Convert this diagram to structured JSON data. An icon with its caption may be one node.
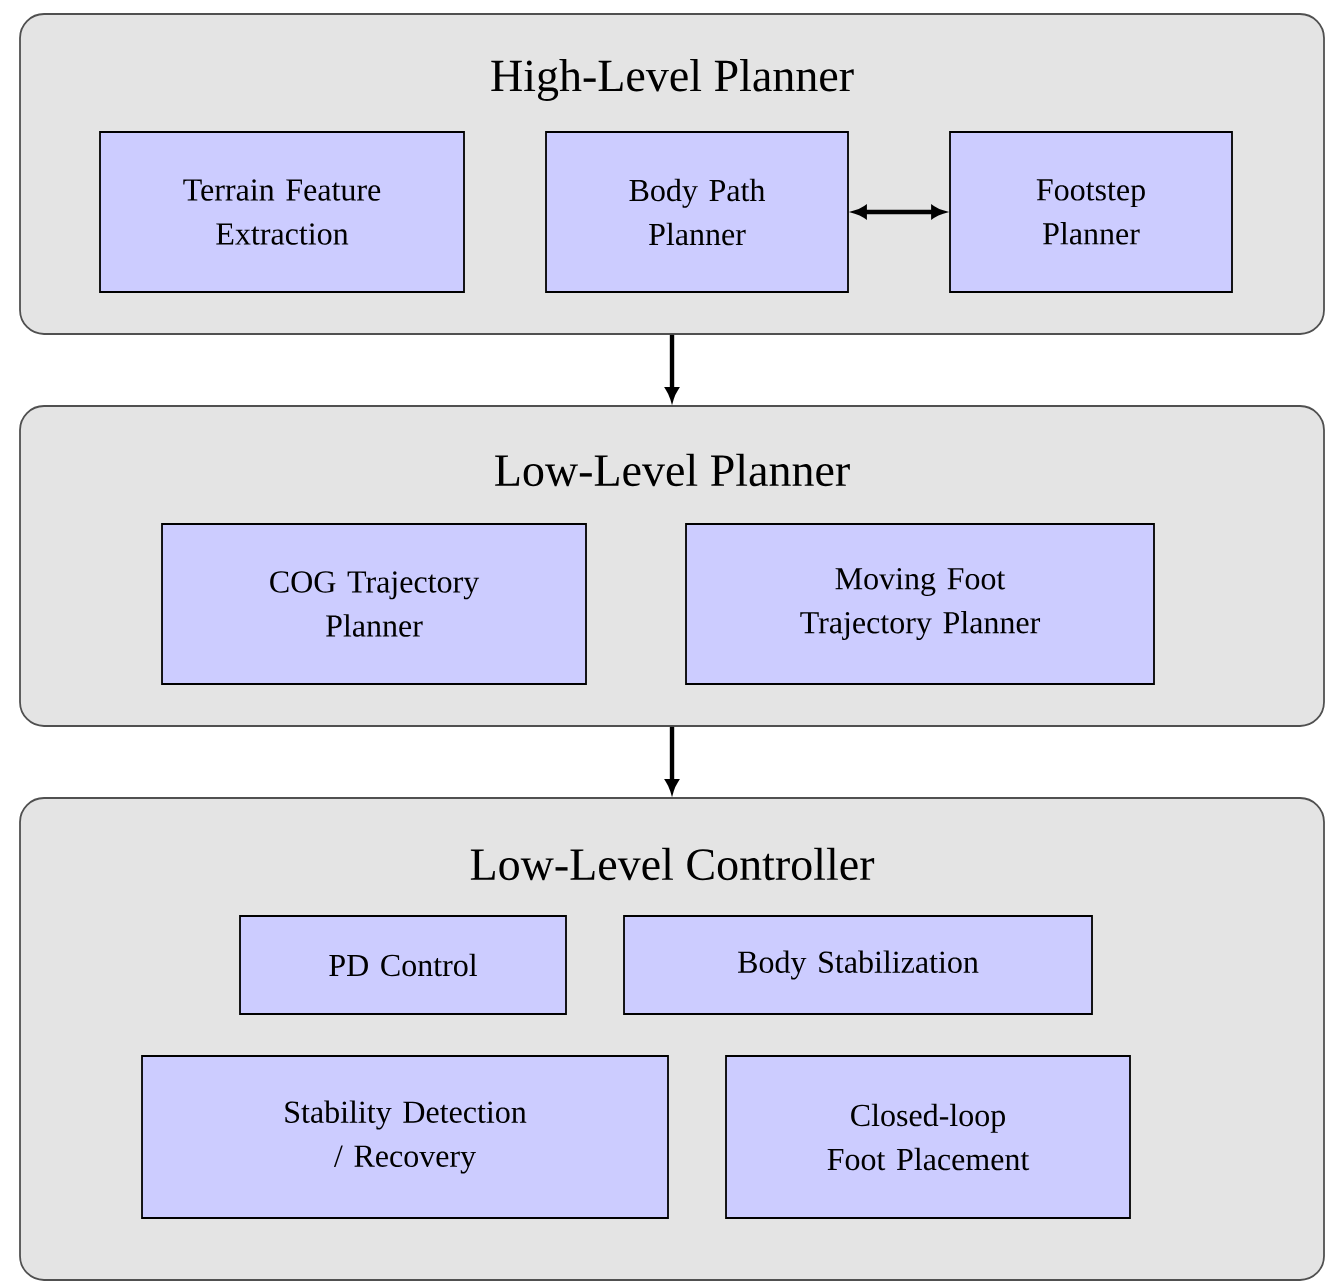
{
  "diagram": {
    "nodes": [
      {
        "text": [
          "High-Level Planner"
        ]
      },
      {
        "text": [
          "Terrain Feature Extraction"
        ],
        "in": 0
      },
      {
        "text": [
          "Body Path Planner"
        ],
        "in": 0
      },
      {
        "text": [
          "Footstep Planner"
        ],
        "in": 0
      },
      {
        "text": [
          "Low-Level Planner"
        ]
      },
      {
        "text": [
          "COG Trajectory Planner"
        ],
        "in": 4
      },
      {
        "text": [
          "Moving Foot Trajectory Planner"
        ],
        "in": 4
      },
      {
        "text": [
          "Low-Level Controller"
        ]
      },
      {
        "text": [
          "PD Control"
        ],
        "in": 7
      },
      {
        "text": [
          "Body Stabilization"
        ],
        "in": 7
      },
      {
        "text": [
          "Stability Detection / Recovery"
        ],
        "in": 7
      },
      {
        "text": [
          "Closed-loop Foot Placement"
        ],
        "in": 7
      }
    ],
    "edges": [
      {
        "from": 2,
        "to": 3,
        "arrow": "both"
      },
      {
        "from": 0,
        "to": 4,
        "arrow": "to"
      },
      {
        "from": 4,
        "to": 7,
        "arrow": "to"
      }
    ]
  }
}
